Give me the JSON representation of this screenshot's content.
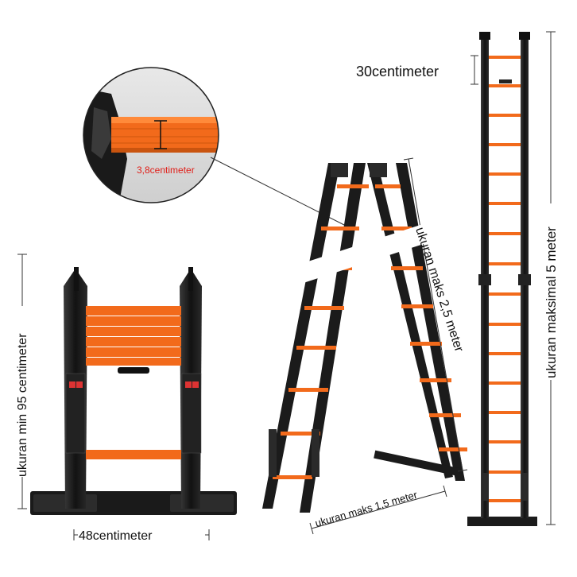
{
  "labels": {
    "zoom_width": "3,8centimeter",
    "rung_spacing": "30centimeter",
    "min_height": "ukuran min 95 centimeter",
    "base_width": "48centimeter",
    "aframe_height": "ukuran maks 2,5 meter",
    "aframe_base": "ukuran maks 1,5 meter",
    "max_height": "ukuran maksimal 5 meter"
  },
  "colors": {
    "rung_orange": "#f26a1b",
    "frame_black": "#1b1b1b",
    "label_red": "#e0201a",
    "dimension_line": "#333333"
  }
}
